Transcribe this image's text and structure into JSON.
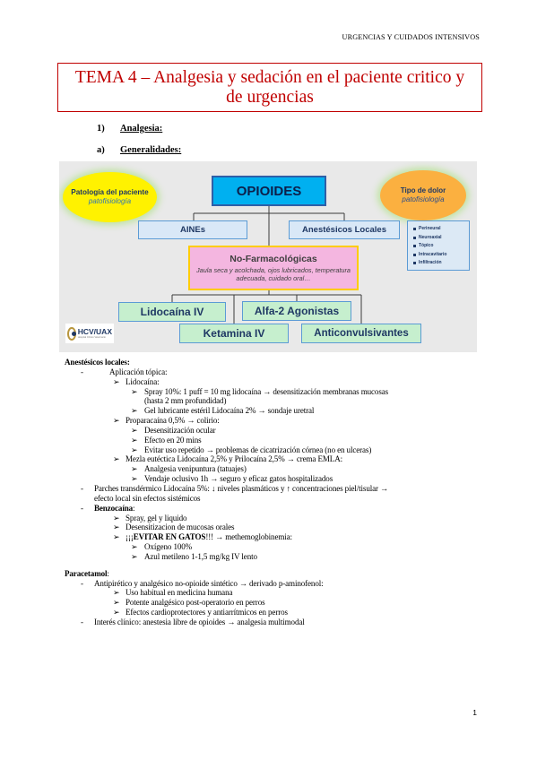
{
  "header": {
    "running_title": "URGENCIAS Y CUIDADOS INTENSIVOS"
  },
  "title": "TEMA 4 – Analgesia y sedación en el paciente critico y de urgencias",
  "sections": {
    "s1_num": "1)",
    "s1_label": "Analgesia:",
    "sa_num": "a)",
    "sa_label": "Generalidades:"
  },
  "diagram": {
    "opioides": "OPIOIDES",
    "patologia_title": "Patología del paciente",
    "patologia_sub": "patofisiología",
    "tipo_title": "Tipo de dolor",
    "tipo_sub": "patofisiología",
    "aines": "AINEs",
    "anestesicos": "Anestésicos Locales",
    "no_farm_title": "No-Farmacológicas",
    "no_farm_desc": "Jaula seca y acolchada, ojos lubricados, temperatura adecuada, cuidado oral…",
    "lidocaina": "Lidocaína IV",
    "alfa2": "Alfa-2 Agonistas",
    "ketamina": "Ketamina IV",
    "anticonvulsivantes": "Anticonvulsivantes",
    "types": [
      "Perineural",
      "Neuroaxial",
      "Tópico",
      "Intracavitario",
      "Infiltración"
    ],
    "logo_name": "HCV/UAX",
    "logo_sub": "Hospital Clínico Veterinario",
    "colors": {
      "opioides_fill": "#00b0f0",
      "nofarm_fill": "#f4b6e0",
      "green_fill": "#c6efce",
      "yellow": "#fff200",
      "orange": "#fbb040"
    }
  },
  "anestesicos": {
    "title": "Anestésicos locales:",
    "l1": "Aplicación tópica:",
    "l2": "Lidocaína:",
    "l3": "Spray 10%: 1 puff = 10 mg lidocaína → desensitización membranas mucosas",
    "l3b": "(hasta 2 mm profundidad)",
    "l4": "Gel lubricante estéril Lidocaína 2% → sondaje uretral",
    "l5": "Proparacaína 0,5% → colirio:",
    "l6": "Desensitización ocular",
    "l7": "Efecto en 20 mins",
    "l8": "Evitar uso repetido → problemas de cicatrización córnea (no en ulceras)",
    "l9": "Mezla eutéctica Lidocaína 2,5% y Prilocaína 2,5% → crema EMLA:",
    "l10": "Analgesia venipuntura (tatuajes)",
    "l11": "Vendaje oclusivo 1h → seguro y eficaz gatos hospitalizados",
    "l12": "Parches transdérmico Lidocaína 5%: ↓ niveles plasmáticos y ↑ concentraciones piel/tisular →",
    "l12b": "efecto local sin efectos sistémicos",
    "l13_bold": "Benzocaína",
    "l13_rest": ":",
    "l14": "Spray, gel y liquido",
    "l15": "Desensitizacion de mucosas orales",
    "l16_pre": "¡¡¡",
    "l16_bold": "EVITAR EN GATOS",
    "l16_post": "!!! → methemoglobinemia:",
    "l17": "Oxígeno 100%",
    "l18": "Azul metileno 1-1,5 mg/kg IV lento"
  },
  "paracetamol": {
    "title": "Paracetamol",
    "title_colon": ":",
    "l1": "Antipirético y analgésico no-opioide sintético → derivado p-aminofenol:",
    "l2": "Uso habitual en medicina humana",
    "l3": "Potente analgésico post-operatorio en perros",
    "l4": "Efectos cardioprotectores y antiarrítmicos en perros",
    "l5": "Interés clínico: anestesia libre de opioides → analgesia multimodal"
  },
  "page_number": "1"
}
